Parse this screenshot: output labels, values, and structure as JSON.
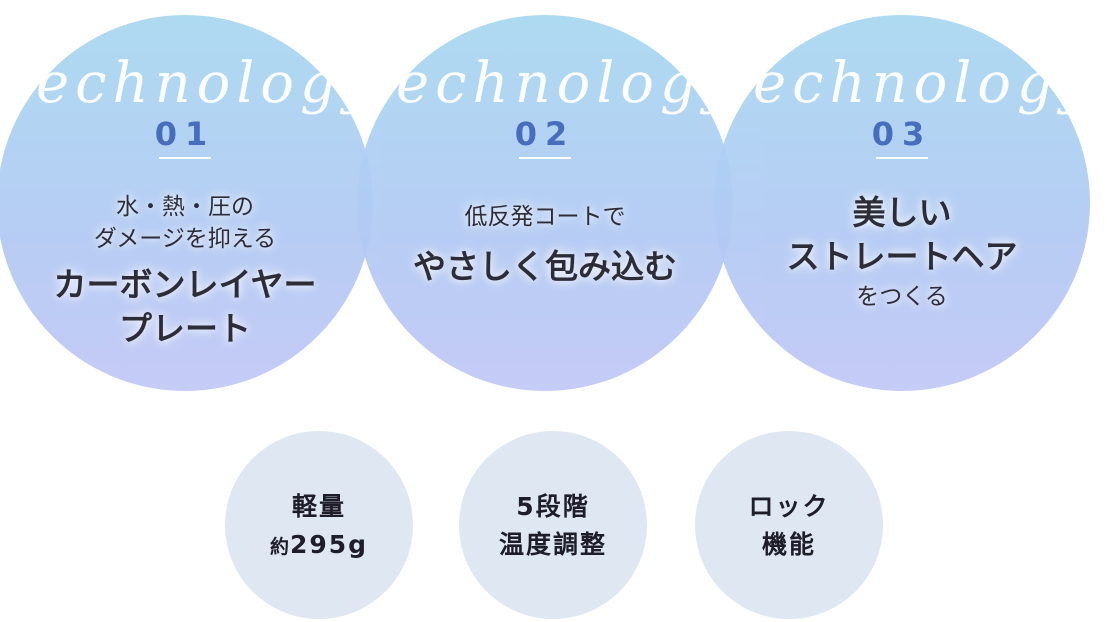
{
  "technologies": [
    {
      "script": "Technology",
      "number": "01",
      "lines_small_top": [
        "水・熱・圧の",
        "ダメージを抑える"
      ],
      "lines_large": [
        "カーボンレイヤー",
        "プレート"
      ]
    },
    {
      "script": "Technology",
      "number": "02",
      "lines_small_top": [
        "低反発コートで"
      ],
      "lines_large": [
        "やさしく包み込む"
      ]
    },
    {
      "script": "Technology",
      "number": "03",
      "lines_large": [
        "美しい",
        "ストレートヘア"
      ],
      "lines_small_bottom": [
        "をつくる"
      ]
    }
  ],
  "features": [
    {
      "line1": "軽量",
      "line2_prefix": "約",
      "line2_value": "295g"
    },
    {
      "line1": "5段階",
      "line2": "温度調整"
    },
    {
      "line1": "ロック",
      "line2": "機能"
    }
  ],
  "colors": {
    "circle_top": "#a8d8f1",
    "circle_bottom": "#c1c8f6",
    "number": "#3a63b8",
    "feature_bg": "#dfe8f2",
    "text": "#1e1e2a"
  }
}
